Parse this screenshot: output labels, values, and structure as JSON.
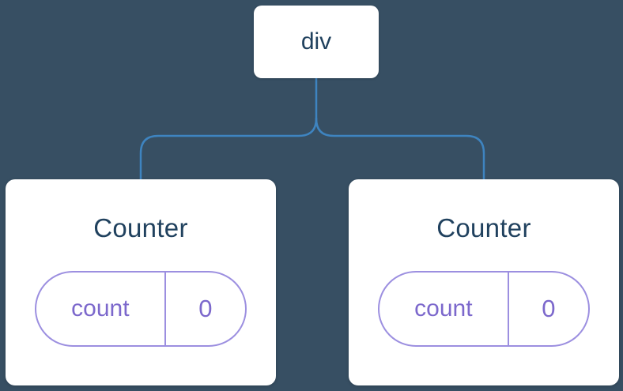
{
  "diagram": {
    "root": {
      "label": "div"
    },
    "children": [
      {
        "title": "Counter",
        "state": {
          "key": "count",
          "value": "0"
        }
      },
      {
        "title": "Counter",
        "state": {
          "key": "count",
          "value": "0"
        }
      }
    ]
  },
  "colors": {
    "background": "#374F63",
    "node_fill": "#FFFFFF",
    "node_text": "#20415E",
    "connector": "#3E84C0",
    "state_border": "#9C8FE0",
    "state_text": "#7C68CC"
  }
}
